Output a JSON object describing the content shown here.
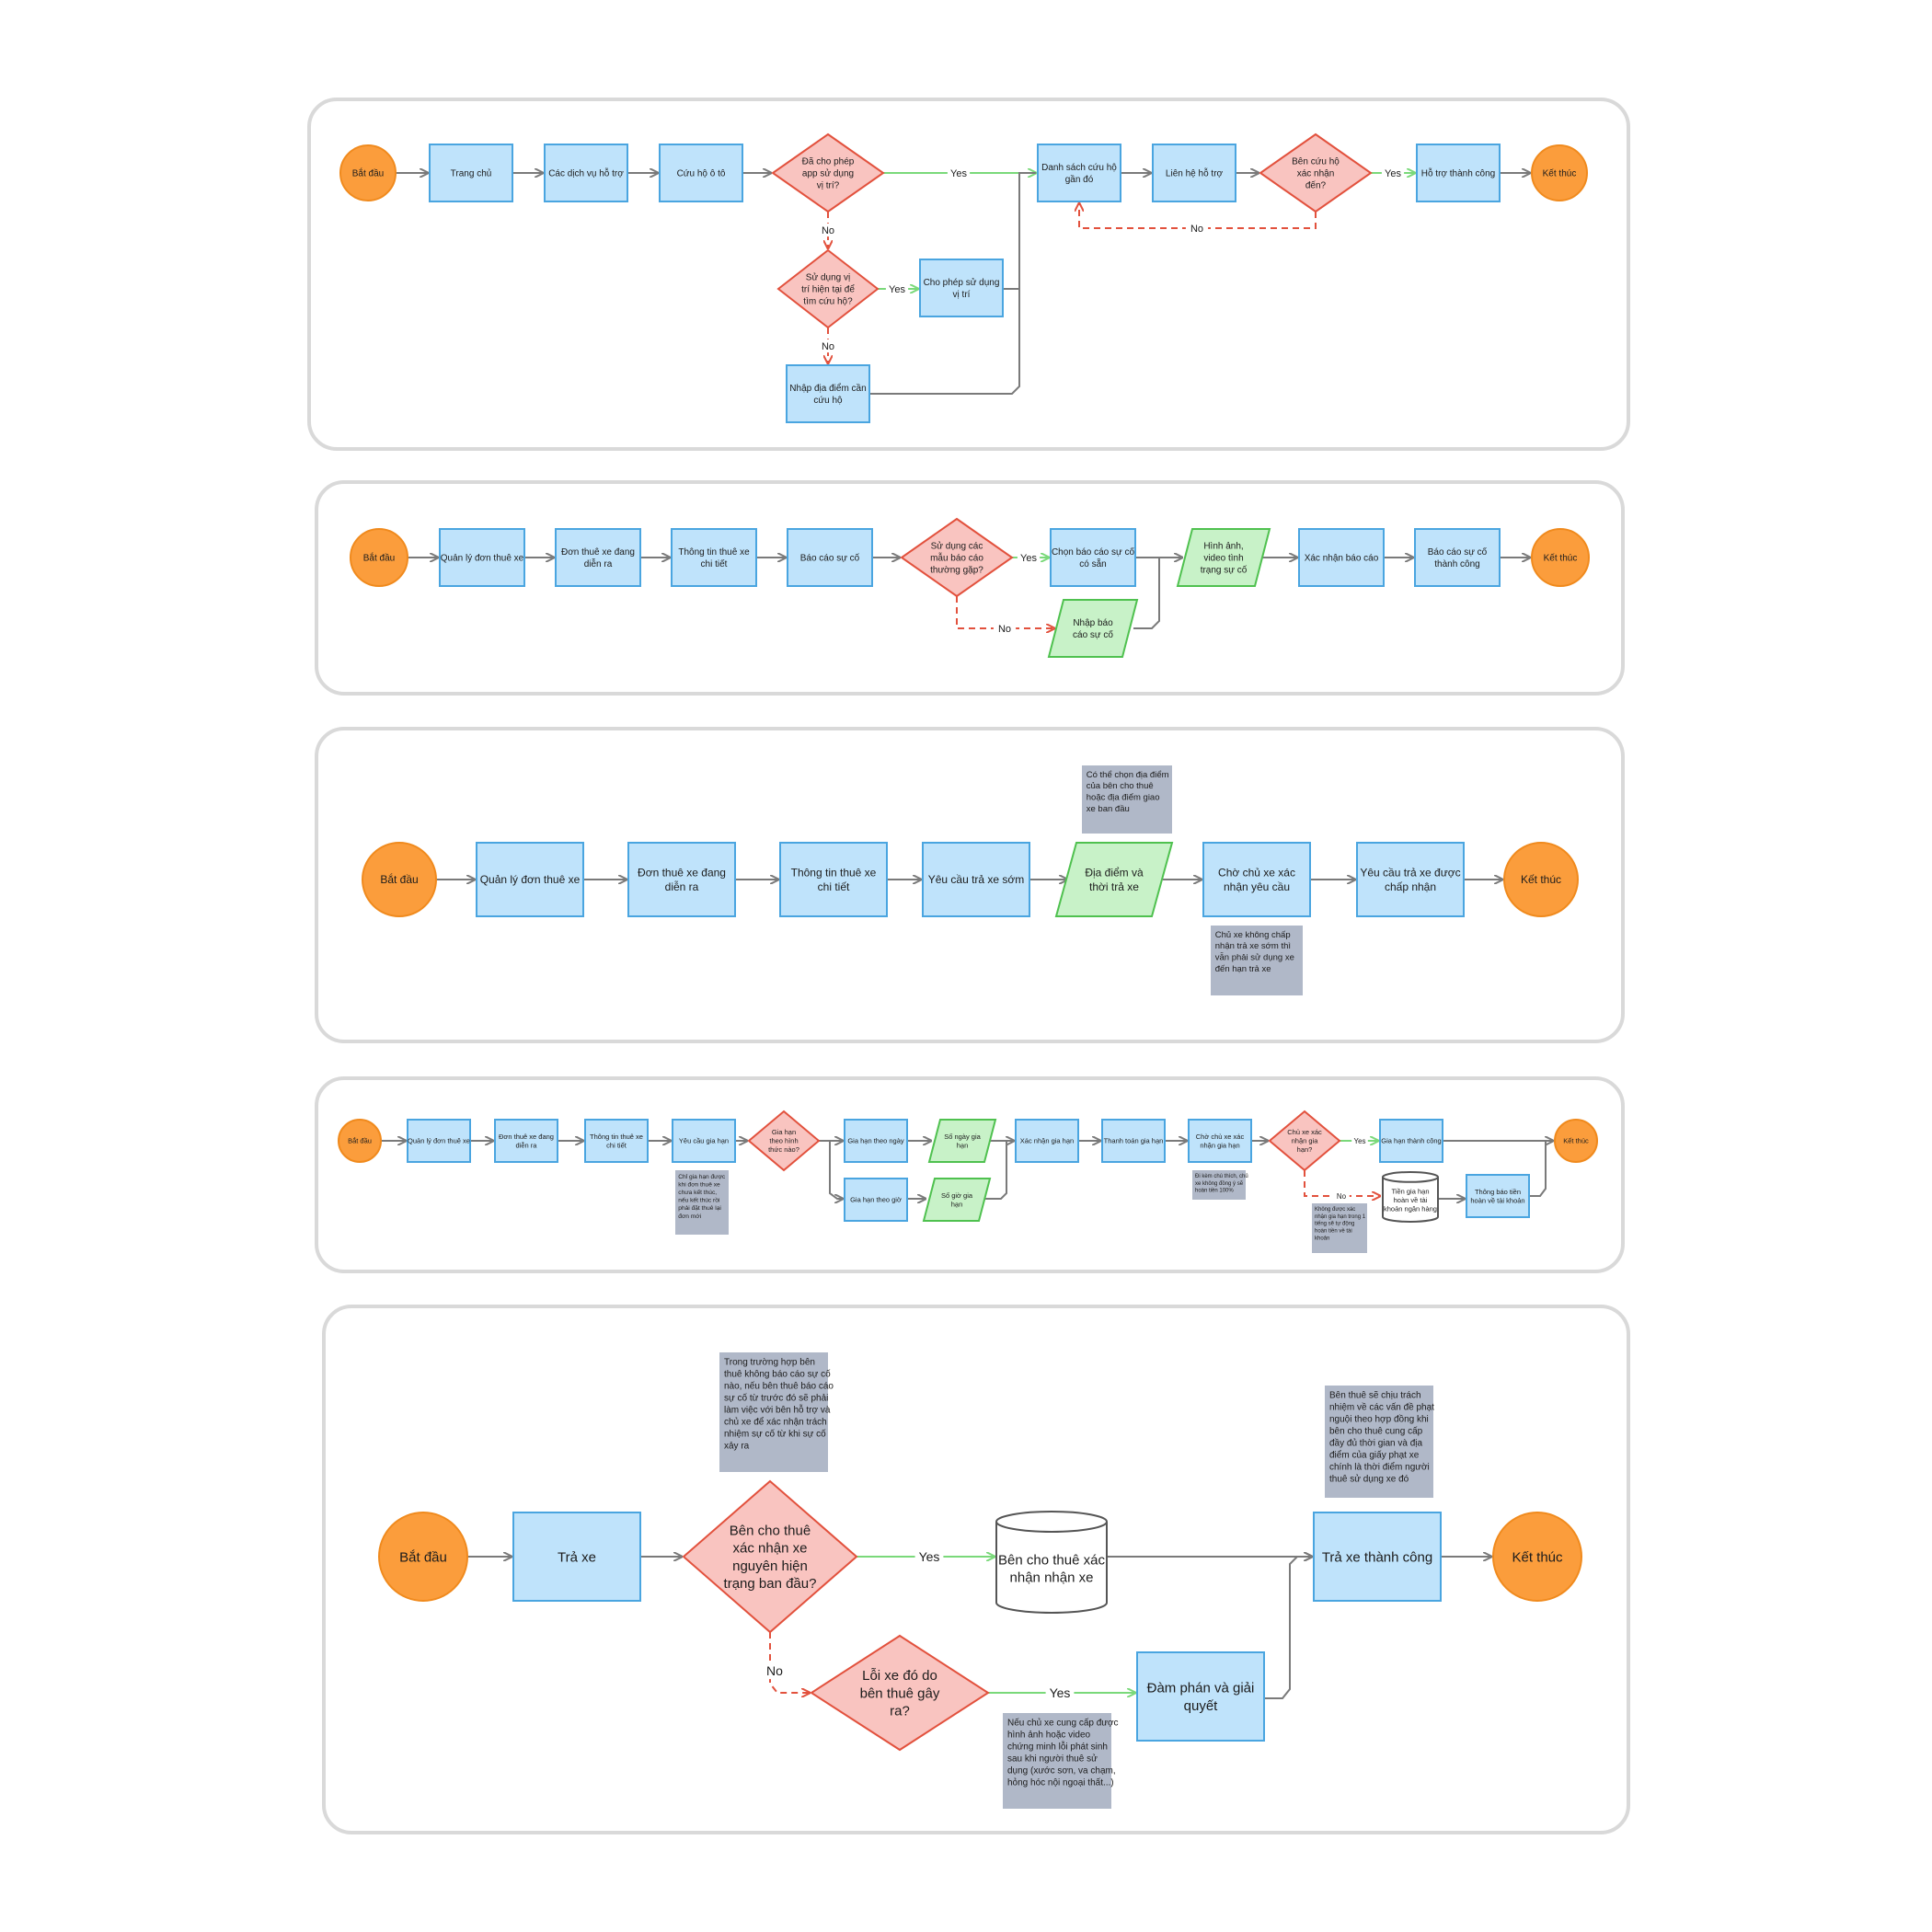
{
  "flows": [
    {
      "nodes": {
        "start": "Bắt đầu",
        "home": "Trang chủ",
        "services": "Các dịch vụ hỗ trợ",
        "car_rescue": "Cứu hộ ô tô",
        "allow_loc": [
          "Đã cho phép",
          "app sử dụng",
          "vị trí?"
        ],
        "use_current": [
          "Sử dụng vị",
          "trí hiện tại để",
          "tìm cứu hộ?"
        ],
        "allow_use": [
          "Cho phép sử dụng",
          "vị trí"
        ],
        "enter_loc": [
          "Nhập địa điểm cần",
          "cứu hộ"
        ],
        "nearby": [
          "Danh sách cứu hộ",
          "gần đó"
        ],
        "contact": "Liên hệ hỗ trợ",
        "confirm": [
          "Bên cứu hộ",
          "xác nhận",
          "đến?"
        ],
        "success": "Hỗ trợ thành công",
        "end": "Kết thúc"
      },
      "labels": {
        "yes": "Yes",
        "no": "No"
      }
    },
    {
      "nodes": {
        "start": "Bắt đầu",
        "manage": "Quản lý đơn thuê xe",
        "ongoing": [
          "Đơn thuê xe đang",
          "diễn ra"
        ],
        "detail": [
          "Thông tin thuê xe",
          "chi tiết"
        ],
        "report": "Báo cáo sự cố",
        "use_template": [
          "Sử dụng các",
          "mẫu báo cáo",
          "thường gặp?"
        ],
        "choose": [
          "Chọn báo cáo sự cố",
          "có sẵn"
        ],
        "input": [
          "Nhập báo",
          "cáo sự cố"
        ],
        "media": [
          "Hình ảnh,",
          "video tình",
          "trạng sự cố"
        ],
        "confirm": "Xác nhận báo cáo",
        "success": [
          "Báo cáo sự cố",
          "thành công"
        ],
        "end": "Kết thúc"
      },
      "labels": {
        "yes": "Yes",
        "no": "No"
      }
    },
    {
      "nodes": {
        "start": "Bắt đầu",
        "manage": "Quản lý đơn thuê xe",
        "ongoing": [
          "Đơn thuê xe đang",
          "diễn ra"
        ],
        "detail": [
          "Thông tin thuê xe",
          "chi tiết"
        ],
        "request": "Yêu cầu trả xe sớm",
        "place": [
          "Địa điểm và",
          "thời trả xe"
        ],
        "wait": [
          "Chờ chủ xe xác",
          "nhận yêu cầu"
        ],
        "accepted": [
          "Yêu cầu trả xe được",
          "chấp nhận"
        ],
        "end": "Kết thúc"
      },
      "notes": {
        "top": [
          "Có thể chọn địa điểm",
          "của bên cho thuê",
          "hoặc địa điểm giao",
          "xe ban đầu"
        ],
        "bottom": [
          "Chủ xe không chấp",
          "nhận trả xe sớm thì",
          "vẫn phải sử dụng xe",
          "đến hạn trả xe"
        ]
      }
    },
    {
      "nodes": {
        "start": "Bắt đầu",
        "manage": "Quản lý đơn thuê xe",
        "ongoing": [
          "Đơn thuê xe đang",
          "diễn ra"
        ],
        "detail": [
          "Thông tin thuê xe",
          "chi tiết"
        ],
        "ext_req": "Yêu cầu gia hạn",
        "ext_type": [
          "Gia hạn",
          "theo hình",
          "thức nào?"
        ],
        "by_day": "Gia hạn theo ngày",
        "by_hour": "Gia hạn theo giờ",
        "days": [
          "Số ngày gia",
          "hạn"
        ],
        "hours": [
          "Số giờ gia",
          "hạn"
        ],
        "confirm": "Xác nhận gia hạn",
        "pay": "Thanh toán gia hạn",
        "wait": [
          "Chờ chủ xe xác",
          "nhận gia hạn"
        ],
        "owner_ok": [
          "Chủ xe xác",
          "nhận gia",
          "hạn?"
        ],
        "success": "Gia hạn thành công",
        "refund_db": [
          "Tiền gia hạn",
          "hoàn về tài",
          "khoản ngân hàng"
        ],
        "notify": [
          "Thông báo tiền",
          "hoàn về tài khoản"
        ],
        "end": "Kết thúc"
      },
      "labels": {
        "yes": "Yes",
        "no": "No"
      },
      "notes": {
        "ext": [
          "Chỉ gia hạn được",
          "khi đơn thuê xe",
          "chưa kết thúc,",
          "nếu kết thúc rồi",
          "phải đặt thuê lại",
          "đơn mới"
        ],
        "wait": [
          "Đi kèm chú thích, chủ",
          "xe không đồng ý sẽ",
          "hoàn tiền 100%"
        ],
        "refund": [
          "Không được xác",
          "nhận gia hạn trong 1",
          "tiếng sẽ tự động",
          "hoàn tiền về tài",
          "khoản"
        ]
      }
    },
    {
      "nodes": {
        "start": "Bắt đầu",
        "return": "Trả xe",
        "lessor_ok": [
          "Bên cho thuê",
          "xác nhận xe",
          "nguyên hiện",
          "trạng ban đầu?"
        ],
        "db": [
          "Bên cho thuê xác",
          "nhận nhận xe"
        ],
        "fault": [
          "Lỗi xe đó do",
          "bên thuê gây",
          "ra?"
        ],
        "negotiate": [
          "Đàm phán và giải",
          "quyết"
        ],
        "success": "Trả xe thành công",
        "end": "Kết thúc"
      },
      "labels": {
        "yes": "Yes",
        "no": "No"
      },
      "notes": {
        "top_left": [
          "Trong trường hợp bên",
          "thuê không báo cáo sự cố",
          "nào, nếu bên thuê báo cáo",
          "sự cố từ trước đó sẽ phải",
          "làm việc với bên hỗ trợ và",
          "chủ xe để xác nhận trách",
          "nhiệm sự cố từ khi sự cố",
          "xảy ra"
        ],
        "top_right": [
          "Bên thuê sẽ chịu trách",
          "nhiệm về các vấn đề phạt",
          "nguội theo hợp đồng khi",
          "bên cho thuê cung cấp",
          "đầy đủ thời gian và địa",
          "điểm của giấy phạt xe",
          "chính là thời điểm người",
          "thuê sử dụng xe đó"
        ],
        "bottom": [
          "Nếu chủ xe cung cấp được",
          "hình ảnh hoặc video",
          "chứng minh lỗi phát sinh",
          "sau khi người thuê sử",
          "dụng (xước sơn, va chạm,",
          "hỏng hóc nội ngoại thất...)"
        ]
      }
    }
  ],
  "colors": {
    "terminal": "#fb9d3c",
    "process": "#bfe3fb",
    "decision": "#f9c4c0",
    "io": "#c8f2c8",
    "note": "#b0b8c8",
    "yes_edge": "#7ad97a",
    "no_edge": "#e2513d"
  }
}
